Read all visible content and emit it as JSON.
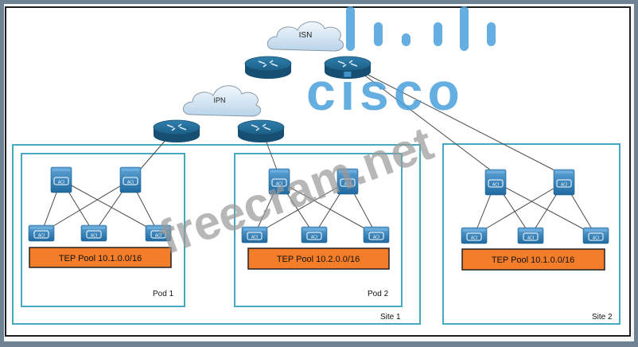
{
  "diagram": {
    "title": "Cisco ACI Multi-Pod / Multi-Site topology",
    "clouds": [
      {
        "id": "isn",
        "label": "ISN"
      },
      {
        "id": "ipn",
        "label": "IPN"
      }
    ],
    "sites": [
      {
        "id": "site1",
        "label": "Site 1",
        "pods": [
          {
            "id": "pod1",
            "label": "Pod 1",
            "tep_pool": "TEP Pool 10.1.0.0/16"
          },
          {
            "id": "pod2",
            "label": "Pod 2",
            "tep_pool": "TEP Pool 10.2.0.0/16"
          }
        ]
      },
      {
        "id": "site2",
        "label": "Site 2",
        "tep_pool": "TEP Pool 10.1.0.0/16"
      }
    ],
    "device_icon_label": "ACI",
    "watermark": {
      "logo_text": "cisco",
      "text": "freecram.net"
    },
    "colors": {
      "background": "#6f8293",
      "frame_border": "#1e1e1e",
      "container_border": "#45a9bf",
      "tep_fill": "#f47d2a",
      "router": "#1b5f86",
      "switch": "#2f7cb5",
      "cisco_logo": "#4aa0dc",
      "watermark_text": "#9a9a9a"
    }
  }
}
